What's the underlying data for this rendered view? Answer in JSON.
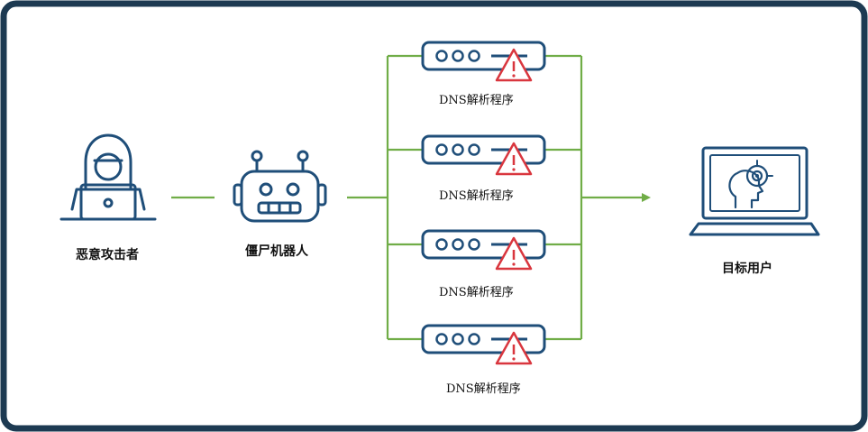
{
  "nodes": {
    "attacker": {
      "label": "恶意攻击者",
      "icon": "hooded-hacker-icon"
    },
    "botnet": {
      "label": "僵尸机器人",
      "icon": "robot-icon"
    },
    "resolvers": [
      {
        "label": "DNS解析程序",
        "icon": "server-warning-icon"
      },
      {
        "label": "DNS解析程序",
        "icon": "server-warning-icon"
      },
      {
        "label": "DNS解析程序",
        "icon": "server-warning-icon"
      },
      {
        "label": "DNS解析程序",
        "icon": "server-warning-icon"
      }
    ],
    "target": {
      "label": "目标用户",
      "icon": "laptop-target-icon"
    }
  },
  "colors": {
    "frame_border": "#1d3a52",
    "icon_navy": "#1f4e79",
    "connector_green": "#70ad47",
    "warning_red": "#d9363e"
  }
}
